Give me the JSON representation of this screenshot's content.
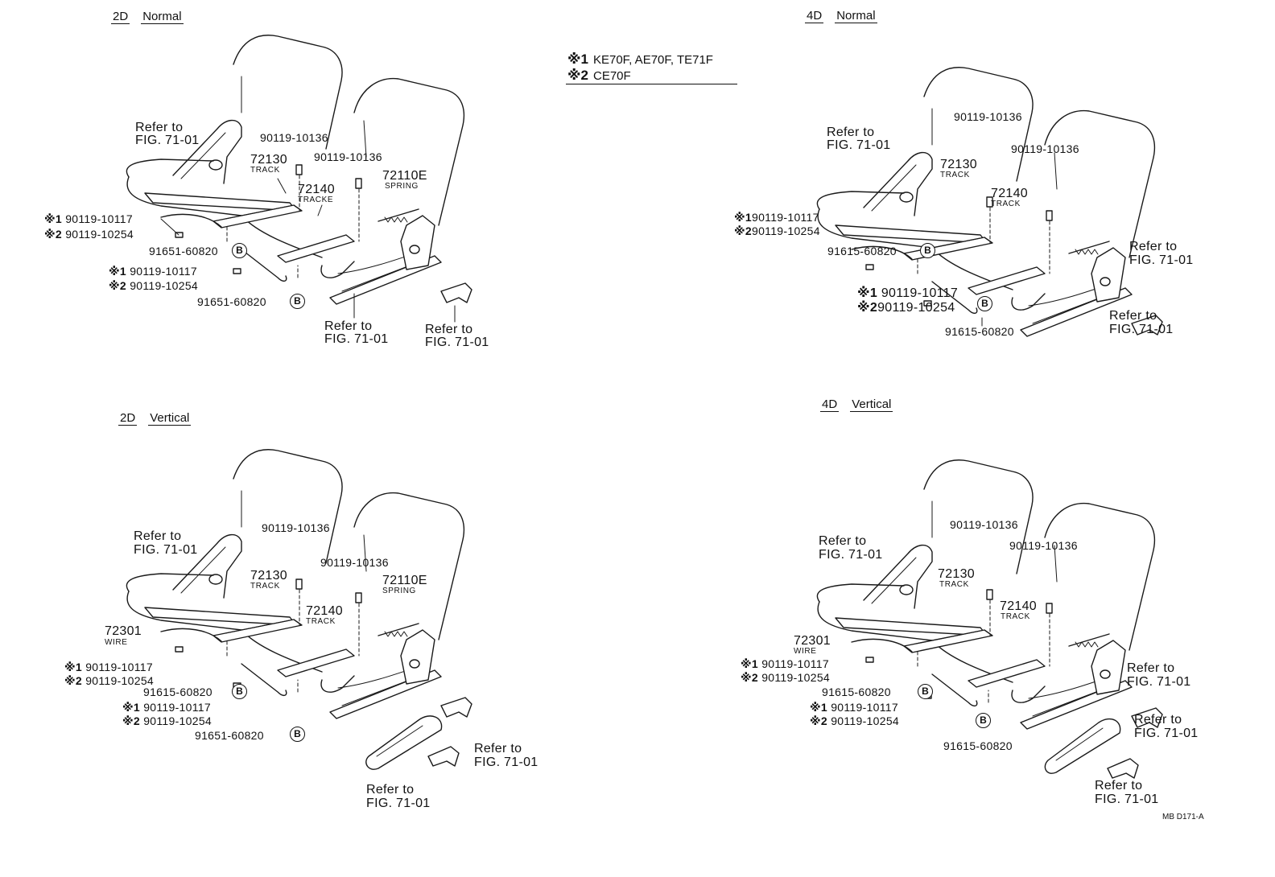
{
  "panels": {
    "p2dn": {
      "view": "2D",
      "mode": "Normal",
      "refer_seatback": [
        "Refer to",
        "FIG. 71-01"
      ],
      "bolt_upper_a": "90119-10136",
      "bolt_upper_b": "90119-10136",
      "track_a_num": "72130",
      "track_a_name": "TRACK",
      "track_b_num": "72140",
      "track_b_name": "TRACKE",
      "spring_num": "72110E",
      "spring_name": "SPRING",
      "note1_a": "90119-10117",
      "note2_a": "90119-10254",
      "note1_b": "90119-10117",
      "note2_b": "90119-10254",
      "nut_a": "91651-60820",
      "nut_b": "91651-60820",
      "refer_bottom": [
        "Refer to",
        "FIG. 71-01"
      ],
      "refer_right": [
        "Refer to",
        "FIG. 71-01"
      ]
    },
    "p4dn": {
      "view": "4D",
      "mode": "Normal",
      "refer_seatback": [
        "Refer to",
        "FIG. 71-01"
      ],
      "bolt_upper_a": "90119-10136",
      "bolt_upper_b": "90119-10136",
      "track_a_num": "72130",
      "track_a_name": "TRACK",
      "track_b_num": "72140",
      "track_b_name": "TRACK",
      "note1_a": "90119-10117",
      "note2_a": "90119-10254",
      "nut_a": "91615-60820",
      "note1_b": "90119-10117",
      "note2_b": "90119-10254",
      "nut_b": "91615-60820",
      "refer_right": [
        "Refer to",
        "FIG. 71-01"
      ],
      "refer_bottom": [
        "Refer to",
        "FIG. 71-01"
      ]
    },
    "p2dv": {
      "view": "2D",
      "mode": "Vertical",
      "refer_seatback": [
        "Refer to",
        "FIG. 71-01"
      ],
      "bolt_upper_a": "90119-10136",
      "bolt_upper_b": "90119-10136",
      "track_a_num": "72130",
      "track_a_name": "TRACK",
      "track_b_num": "72140",
      "track_b_name": "TRACK",
      "spring_num": "72110E",
      "spring_name": "SPRING",
      "wire_num": "72301",
      "wire_name": "WIRE",
      "note1_a": "90119-10117",
      "note2_a": "90119-10254",
      "nut_a": "91615-60820",
      "note1_b": "90119-10117",
      "note2_b": "90119-10254",
      "nut_b": "91651-60820",
      "refer_lever": [
        "Refer to",
        "FIG. 71-01"
      ],
      "refer_cover": [
        "Refer to",
        "FIG. 71-01"
      ]
    },
    "p4dv": {
      "view": "4D",
      "mode": "Vertical",
      "refer_seatback": [
        "Refer to",
        "FIG. 71-01"
      ],
      "bolt_upper_a": "90119-10136",
      "bolt_upper_b": "90119-10136",
      "track_a_num": "72130",
      "track_a_name": "TRACK",
      "track_b_num": "72140",
      "track_b_name": "TRACK",
      "wire_num": "72301",
      "wire_name": "WIRE",
      "note1_a": "90119-10117",
      "note2_a": "90119-10254",
      "nut_a": "91615-60820",
      "note1_b": "90119-10117",
      "note2_b": "90119-10254",
      "nut_b": "91615-60820",
      "refer_right": [
        "Refer to",
        "FIG. 71-01"
      ],
      "refer_cover": [
        "Refer to",
        "FIG. 71-01"
      ],
      "refer_lever": [
        "Refer to",
        "FIG. 71-01"
      ]
    }
  },
  "legend": {
    "mark1": "※1",
    "text1": "KE70F, AE70F, TE71F",
    "mark2": "※2",
    "text2": "CE70F"
  },
  "marks": {
    "note1": "※1",
    "note2": "※2",
    "nut_circle": "B"
  },
  "drawing_code": "MB D171-A"
}
